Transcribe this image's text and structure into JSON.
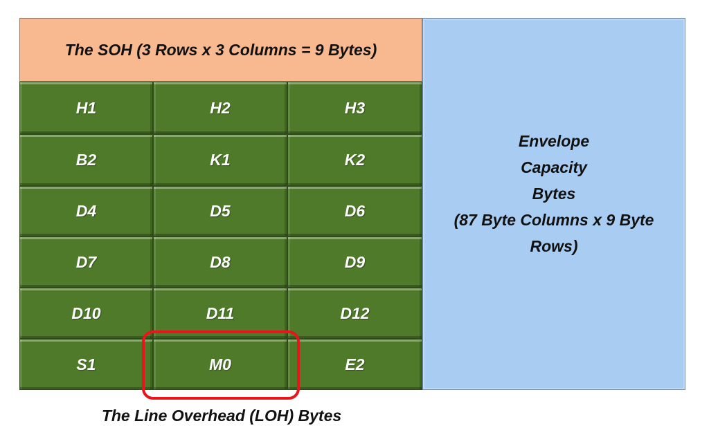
{
  "soh_header": {
    "label": "The SOH (3 Rows x 3 Columns = 9 Bytes)",
    "fill_color": "#f9b990"
  },
  "grid": {
    "cell_color": "#4e7a2a",
    "rows": [
      [
        "H1",
        "H2",
        "H3"
      ],
      [
        "B2",
        "K1",
        "K2"
      ],
      [
        "D4",
        "D5",
        "D6"
      ],
      [
        "D7",
        "D8",
        "D9"
      ],
      [
        "D10",
        "D11",
        "D12"
      ],
      [
        "S1",
        "M0",
        "E2"
      ]
    ]
  },
  "envelope": {
    "fill_color": "#a9cdf2",
    "lines": [
      "Envelope",
      "Capacity",
      "Bytes",
      "(87 Byte Columns x 9 Byte",
      "Rows)"
    ]
  },
  "highlight": {
    "color": "#e8151b",
    "target": "M0"
  },
  "loh_caption": "The Line Overhead (LOH) Bytes"
}
